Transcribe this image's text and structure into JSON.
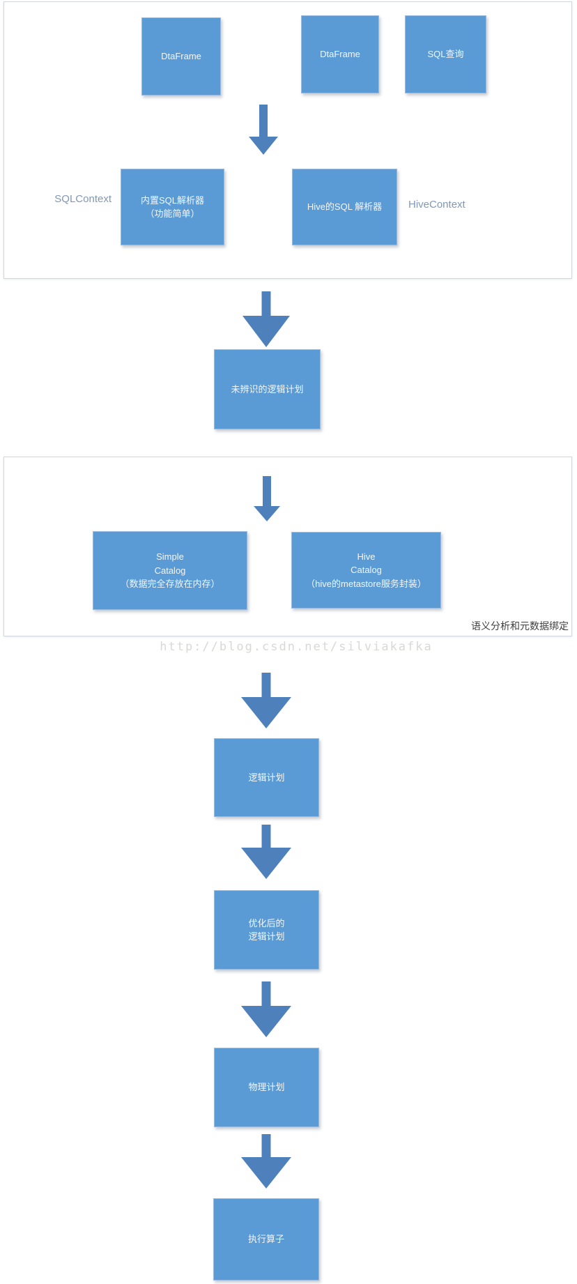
{
  "diagram": {
    "colors": {
      "box_fill": "#5b9bd5",
      "box_border": "#9bbce0",
      "box_text": "#f2f6fb",
      "arrow": "#4e80bc",
      "panel_border": "#d3d7dd",
      "side_label": "#8098b4",
      "annotation_text": "#3f3f3f",
      "watermark_text": "#d8d8d4"
    },
    "panel1": {
      "boxes": {
        "dtaframe_left": {
          "label": "DtaFrame"
        },
        "dtaframe_mid": {
          "label": "DtaFrame"
        },
        "sql_query": {
          "label": "SQL查询"
        },
        "builtin_parser": {
          "line1": "内置SQL解析器",
          "line2": "（功能简单）"
        },
        "hive_parser": {
          "label": "Hive的SQL 解析器"
        }
      },
      "labels": {
        "left": "SQLContext",
        "right": "HiveContext"
      }
    },
    "unresolved_box": {
      "label": "未辨识的逻辑计划"
    },
    "panel2": {
      "boxes": {
        "simple_catalog": {
          "line1": "Simple",
          "line2": "Catalog",
          "line3": "（数据完全存放在内存）"
        },
        "hive_catalog": {
          "line1": "Hive",
          "line2": "Catalog",
          "line3": "（hive的metastore服务封装）"
        }
      },
      "annotation": "语义分析和元数据绑定"
    },
    "watermark": "http://blog.csdn.net/silviakafka",
    "chain": {
      "logical_plan": {
        "label": "逻辑计划"
      },
      "optimized_plan": {
        "line1": "优化后的",
        "line2": "逻辑计划"
      },
      "physical_plan": {
        "label": "物理计划"
      },
      "executor": {
        "label": "执行算子"
      }
    }
  }
}
